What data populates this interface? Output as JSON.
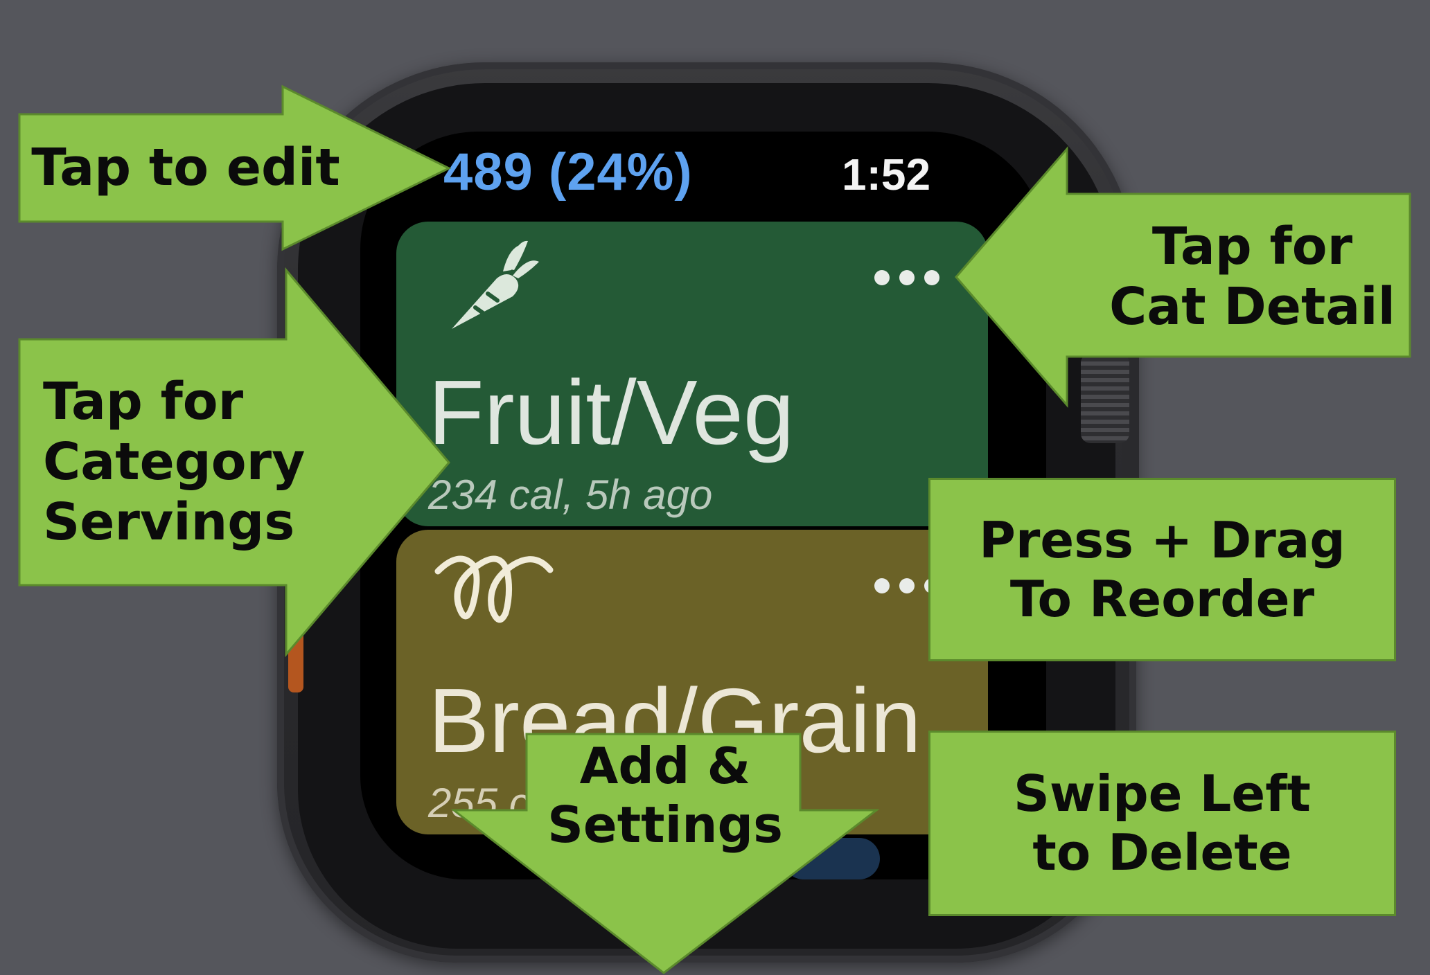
{
  "status_bar": {
    "budget": "489 (24%)",
    "time": "1:52"
  },
  "categories": [
    {
      "name": "Fruit/Veg",
      "summary": "234 cal, 5h ago",
      "icon": "carrot-icon",
      "color": "#245a36"
    },
    {
      "name": "Bread/Grain",
      "summary": "255 c",
      "icon": "pasta-icon",
      "color": "#6b6227"
    }
  ],
  "annotations": {
    "tap_to_edit": "Tap to edit",
    "tap_cat_detail": "Tap for\nCat Detail",
    "tap_category_servings": "Tap for\nCategory\nServings",
    "press_drag": "Press + Drag\nTo Reorder",
    "swipe_delete": "Swipe Left\nto Delete",
    "add_settings": "Add &\nSettings"
  },
  "colors": {
    "callout_fill": "#8bc34a",
    "budget_text": "#5ea2f0",
    "background": "#55565c"
  }
}
